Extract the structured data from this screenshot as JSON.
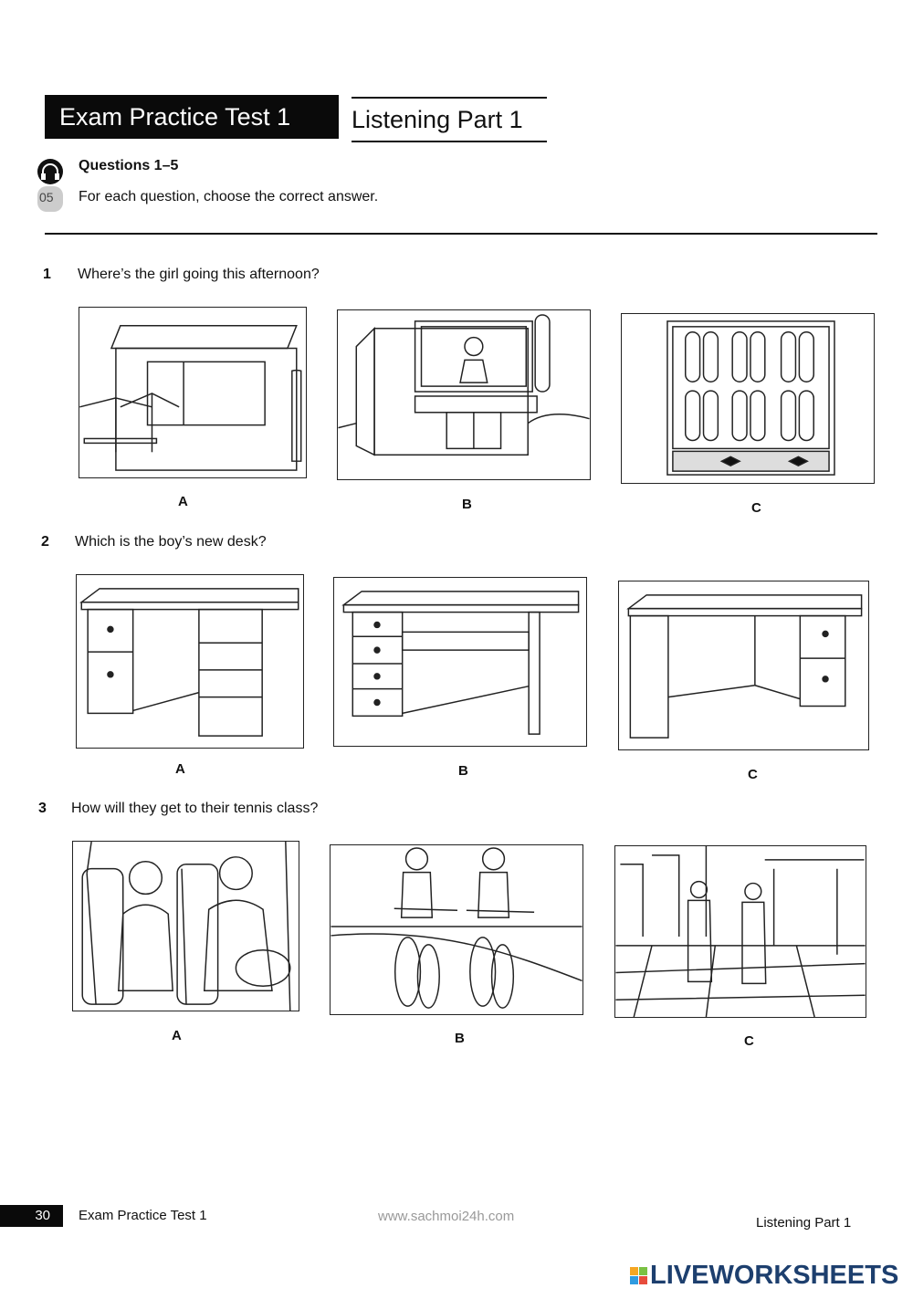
{
  "header": {
    "title": "Exam Practice  Test 1",
    "section": "Listening  Part 1"
  },
  "intro": {
    "track": "05",
    "questions_label": "Questions 1–5",
    "instruction": "For each question, choose the correct answer."
  },
  "questions": [
    {
      "number": "1",
      "text": "Where’s the girl going this afternoon?",
      "options": [
        "A",
        "B",
        "C"
      ]
    },
    {
      "number": "2",
      "text": "Which is the boy’s new desk?",
      "options": [
        "A",
        "B",
        "C"
      ]
    },
    {
      "number": "3",
      "text": "How will they get to their tennis class?",
      "options": [
        "A",
        "B",
        "C"
      ]
    }
  ],
  "footer": {
    "page_number": "30",
    "left": "Exam Practice  Test 1",
    "url": "www.sachmoi24h.com",
    "right": "Listening  Part 1",
    "brand": "LIVEWORKSHEETS"
  },
  "colors": {
    "brand": "#1d3f6e",
    "logo_tiles": [
      "#f5a623",
      "#7ac143",
      "#2f9be0",
      "#e74c3c"
    ]
  }
}
